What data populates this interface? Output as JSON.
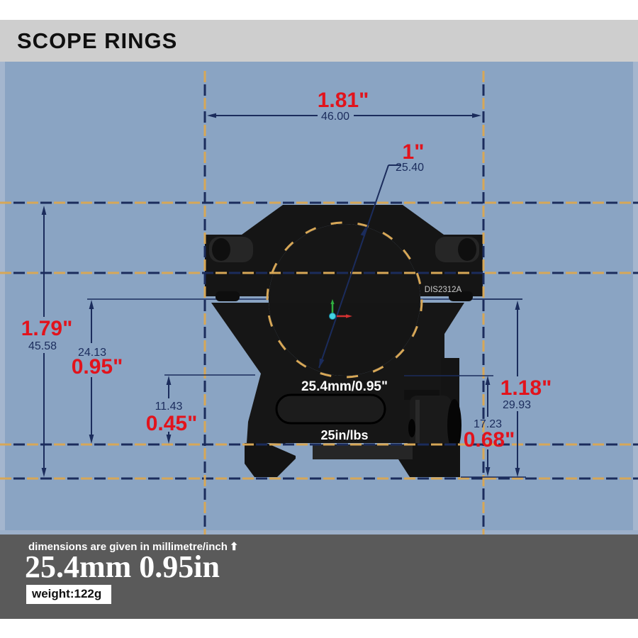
{
  "title_bar": {
    "title": "SCOPE RINGS"
  },
  "colors": {
    "background_blue": "#8aa4c3",
    "accent_red": "#e2131c",
    "dimension_navy": "#1b2c5c",
    "construction_gold": "#d7a757",
    "title_bar_gray": "#cecece",
    "footer_gray": "#5a5a5a"
  },
  "drawing": {
    "product_code": "DIS2312A",
    "bore_label": "25.4mm/0.95\"",
    "torque_label": "25in/lbs",
    "dimensions": {
      "overall_width": {
        "inch": "1.81\"",
        "mm": "46.00"
      },
      "bore_diameter": {
        "inch": "1\"",
        "mm": "25.40"
      },
      "overall_height": {
        "inch": "1.79\"",
        "mm": "45.58"
      },
      "saddle_height": {
        "inch": "0.95\"",
        "mm": "24.13"
      },
      "base_height": {
        "inch": "0.45\"",
        "mm": "11.43"
      },
      "center_height": {
        "inch": "1.18\"",
        "mm": "29.93"
      },
      "clamp_height": {
        "inch": "0.68\"",
        "mm": "17.23"
      }
    }
  },
  "footer": {
    "note": "dimensions are given in millimetre/inch",
    "note_arrow": "⬆",
    "headline": "25.4mm 0.95in",
    "weight": "weight:122g"
  }
}
